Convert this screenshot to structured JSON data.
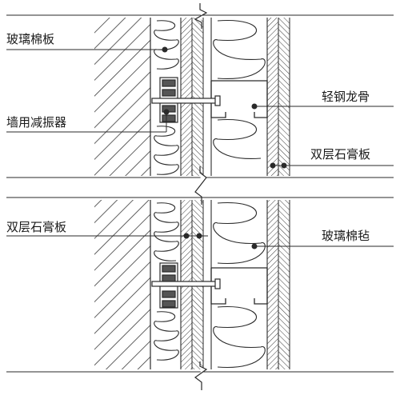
{
  "labels": {
    "glass_wool_board": "玻璃棉板",
    "wall_damper": "墙用减振器",
    "double_gypsum_left": "双层石膏板",
    "light_steel_keel": "轻钢龙骨",
    "double_gypsum_right": "双层石膏板",
    "glass_wool_felt": "玻璃棉毡"
  },
  "colors": {
    "line": "#2a2a2a",
    "hatch": "#3a3a3a",
    "background": "#ffffff"
  },
  "icons": [
    "break-line-icon",
    "leader-dot-icon",
    "bolt-icon",
    "insulation-loop-icon"
  ]
}
